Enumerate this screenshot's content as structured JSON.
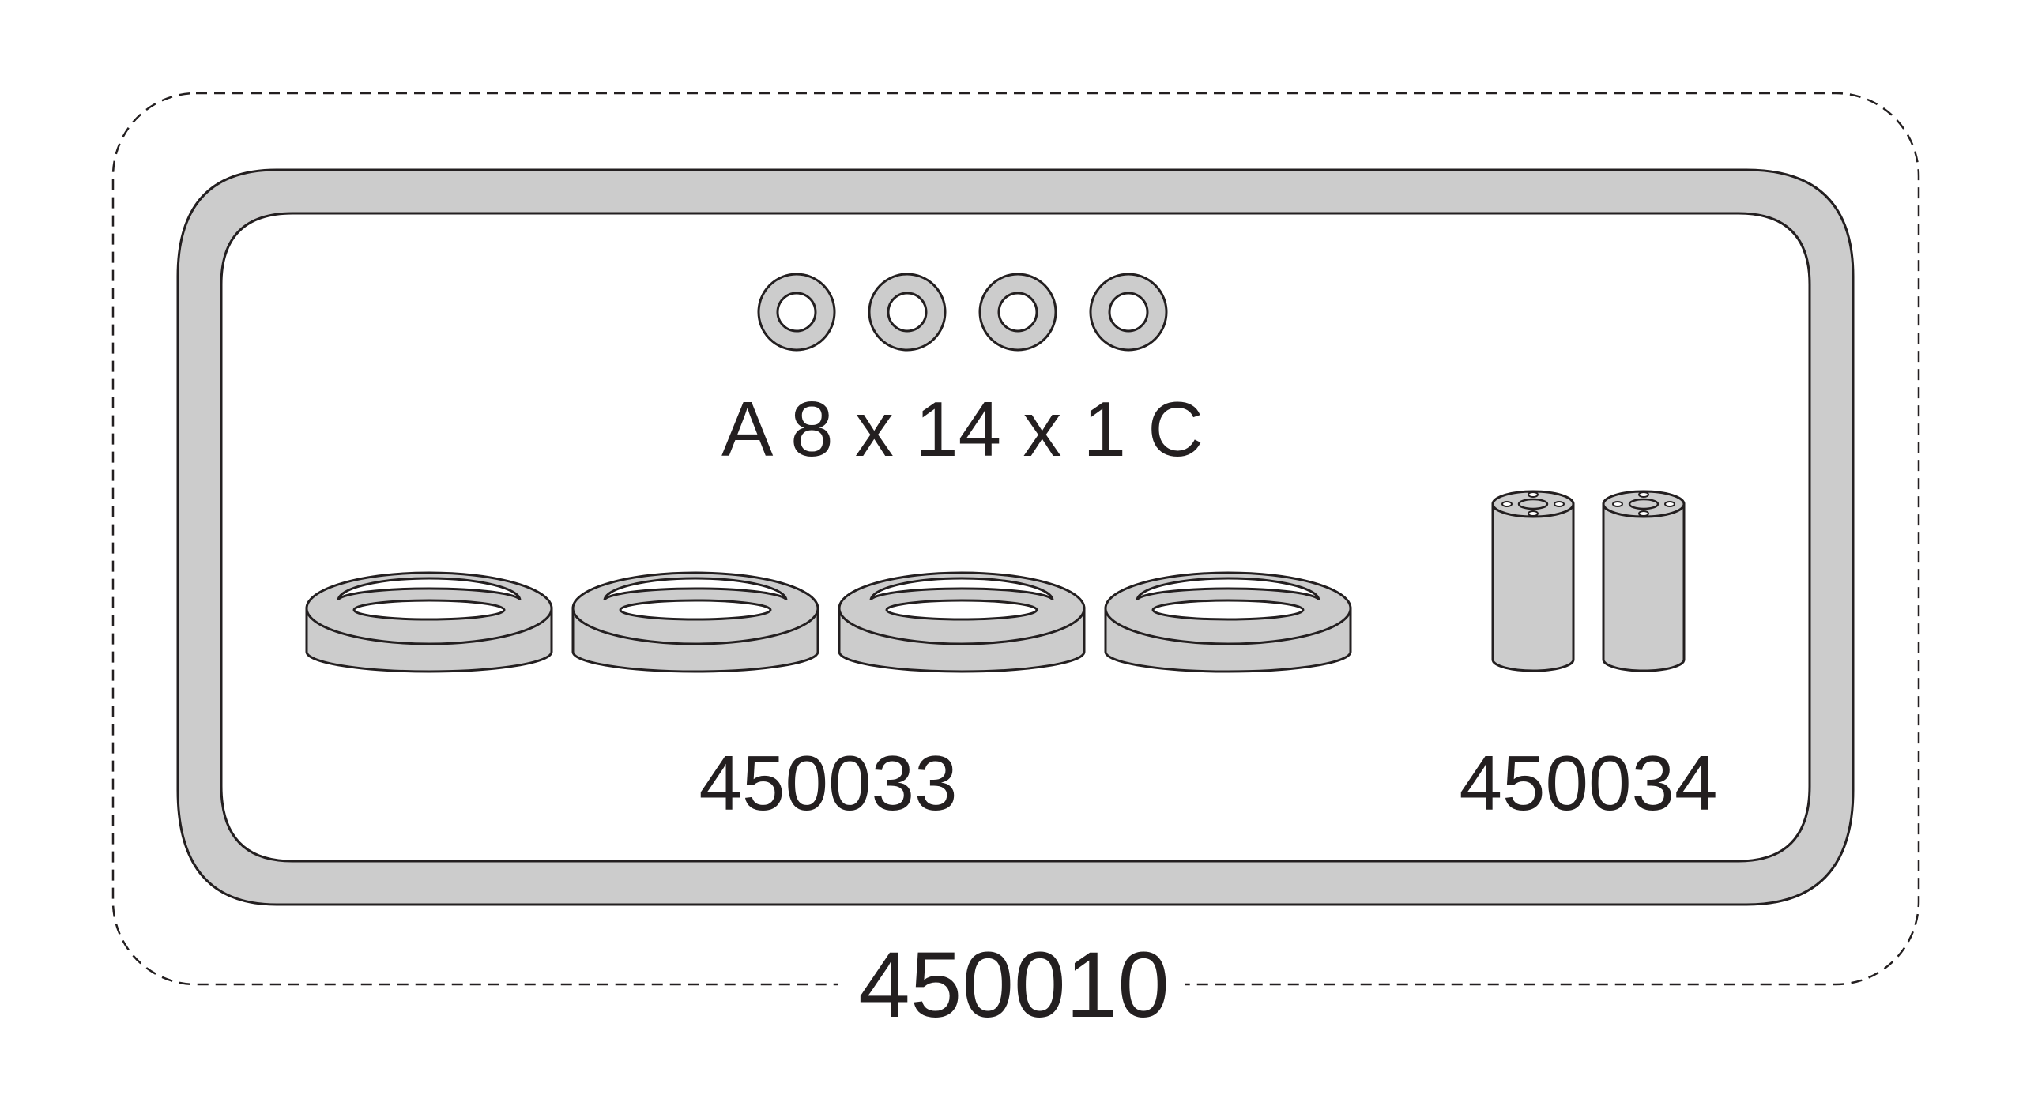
{
  "assembly": {
    "part_number": "450010"
  },
  "kit": {
    "washers": {
      "count": 4,
      "spec_label": "A 8 x 14 x 1 C"
    },
    "rings": {
      "count": 4,
      "part_number": "450033"
    },
    "rollers": {
      "count": 2,
      "part_number": "450034"
    }
  },
  "colors": {
    "line": "#231f20",
    "part_fill": "#cccccc",
    "background": "#ffffff"
  }
}
